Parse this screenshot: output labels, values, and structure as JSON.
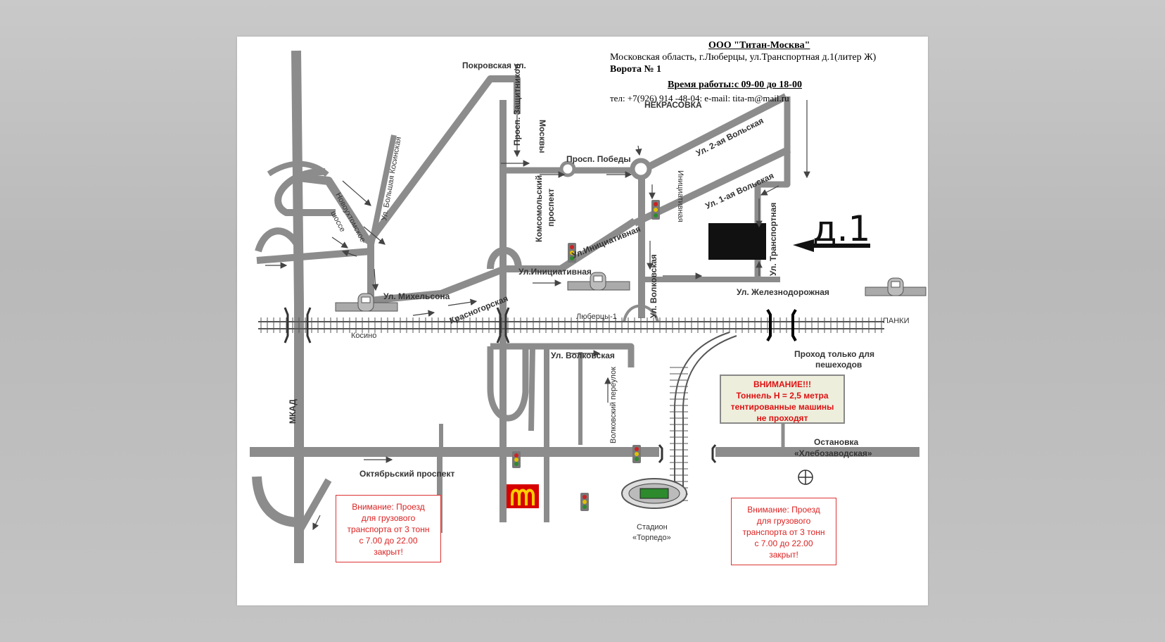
{
  "header": {
    "company": "ООО \"Титан-Москва\"",
    "address": "Московская область, г.Люберцы, ул.Транспортная д.1(литер Ж)",
    "gate": "Ворота № 1",
    "hours": " Время работы:с 09-00 до 18-00",
    "contacts": "тел: +7(926) 914 -48-04: e-mail: tita-m@mail.ru"
  },
  "labels": {
    "nekrasovka": "НЕКРАСОВКА",
    "pokrovskaya": "Покровская ул.",
    "zashchitnikov_1": "Просп. Защитников",
    "zashchitnikov_2": "Москвы",
    "pobedy": "Просп. Победы",
    "volskaya2": "Ул. 2-ая Вольская",
    "volskaya1": "Ул. 1-ая Вольская",
    "initsiativnaya_small": "Инициативная",
    "transportnaya": "Ул. Транспортная",
    "komsomolsky_1": "Комсомольский",
    "komsomolsky_2": "проспект",
    "initsiativnaya_diag": "Ул.Инициативная",
    "initsiativnaya_h": "Ул.Инициативная",
    "volkovskaya_v": "Ул. Волковская",
    "zheleznodorozhnaya": "Ул. Железнодорожная",
    "lubertsy1": "Люберцы-1",
    "panki": "ПАНКИ",
    "kosino": "Косино",
    "mikhelsona": "Ул. Михельсона",
    "krasnogorskaya": "Красногорская",
    "novoukhtomskoe_1": "Новоухтомское",
    "novoukhtomskoe_2": "шоссе",
    "bolshaya_kosinskaya": "Ул. Большая Косинская",
    "mkad": "МКАД",
    "volkovskaya_h": "Ул. Волковская",
    "volkovsky_per": "Волковский переулок",
    "pedestrian_1": "Проход только для",
    "pedestrian_2": "пешеходов",
    "stop_1": "Остановка",
    "stop_2": "«Хлебозаводская»",
    "oktyabrsky": "Октябрьский проспект",
    "stadium_1": "Стадион",
    "stadium_2": "«Торпедо»",
    "house": "д.1"
  },
  "tunnel_warning": {
    "line1": "ВНИМАНИЕ!!!",
    "line2": "Тоннель Н = 2,5 метра",
    "line3": "тентированные машины",
    "line4": "не проходят"
  },
  "truck_notice": {
    "line1": "Внимание: Проезд",
    "line2": "для грузового",
    "line3": "транспорта от 3 тонн",
    "line4": "с 7.00 до 22.00",
    "line5": "закрыт!"
  },
  "colors": {
    "road": "#8c8c8c",
    "rail": "#555555",
    "warning_text": "#dd2222",
    "warning_bg": "#eeeedd",
    "mcdonalds_red": "#d60000",
    "mcdonalds_yellow": "#ffcc00",
    "traffic_green": "#2e8b2e",
    "traffic_yellow": "#e0c000",
    "traffic_red": "#cc2222"
  },
  "icons": [
    "traffic-light-icon",
    "train-station-icon",
    "mcdonalds-logo",
    "stadium-icon",
    "bus-stop-icon",
    "building-icon",
    "direction-arrow-icon"
  ]
}
